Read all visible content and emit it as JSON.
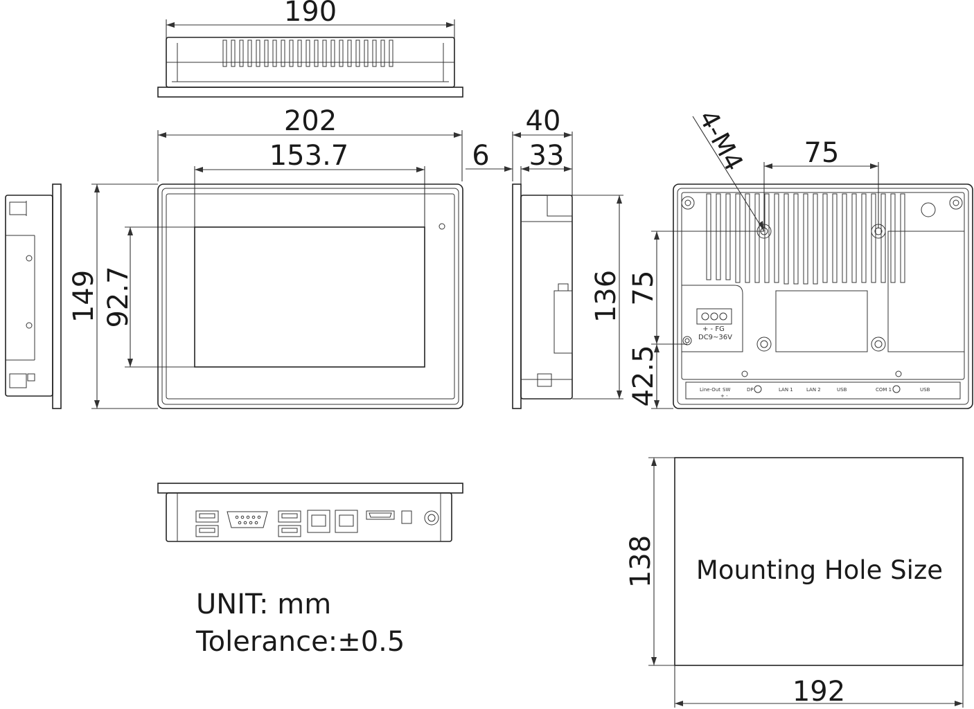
{
  "dimensions": {
    "top_width": "190",
    "front_width": "202",
    "screen_width": "153.7",
    "bezel_offset": "6",
    "depth_total": "40",
    "depth_body": "33",
    "hole_spacing_h": "75",
    "mount_label": "4-M4",
    "front_height": "149",
    "screen_height": "92.7",
    "side_height": "136",
    "hole_spacing_v": "75",
    "hole_offset_v": "42.5",
    "cutout_height": "138",
    "cutout_width": "192"
  },
  "cutout_label": "Mounting Hole Size",
  "notes": {
    "unit": "UNIT: mm",
    "tolerance": "Tolerance:±0.5"
  },
  "rear_labels": {
    "terminal_polarity": "+ -  FG",
    "power_rating": "DC9~36V",
    "ports": [
      "Line-Out",
      "SW",
      "DP",
      "LAN 1",
      "LAN 2",
      "USB",
      "COM 1",
      "USB"
    ],
    "switch_marks": "+ -"
  }
}
